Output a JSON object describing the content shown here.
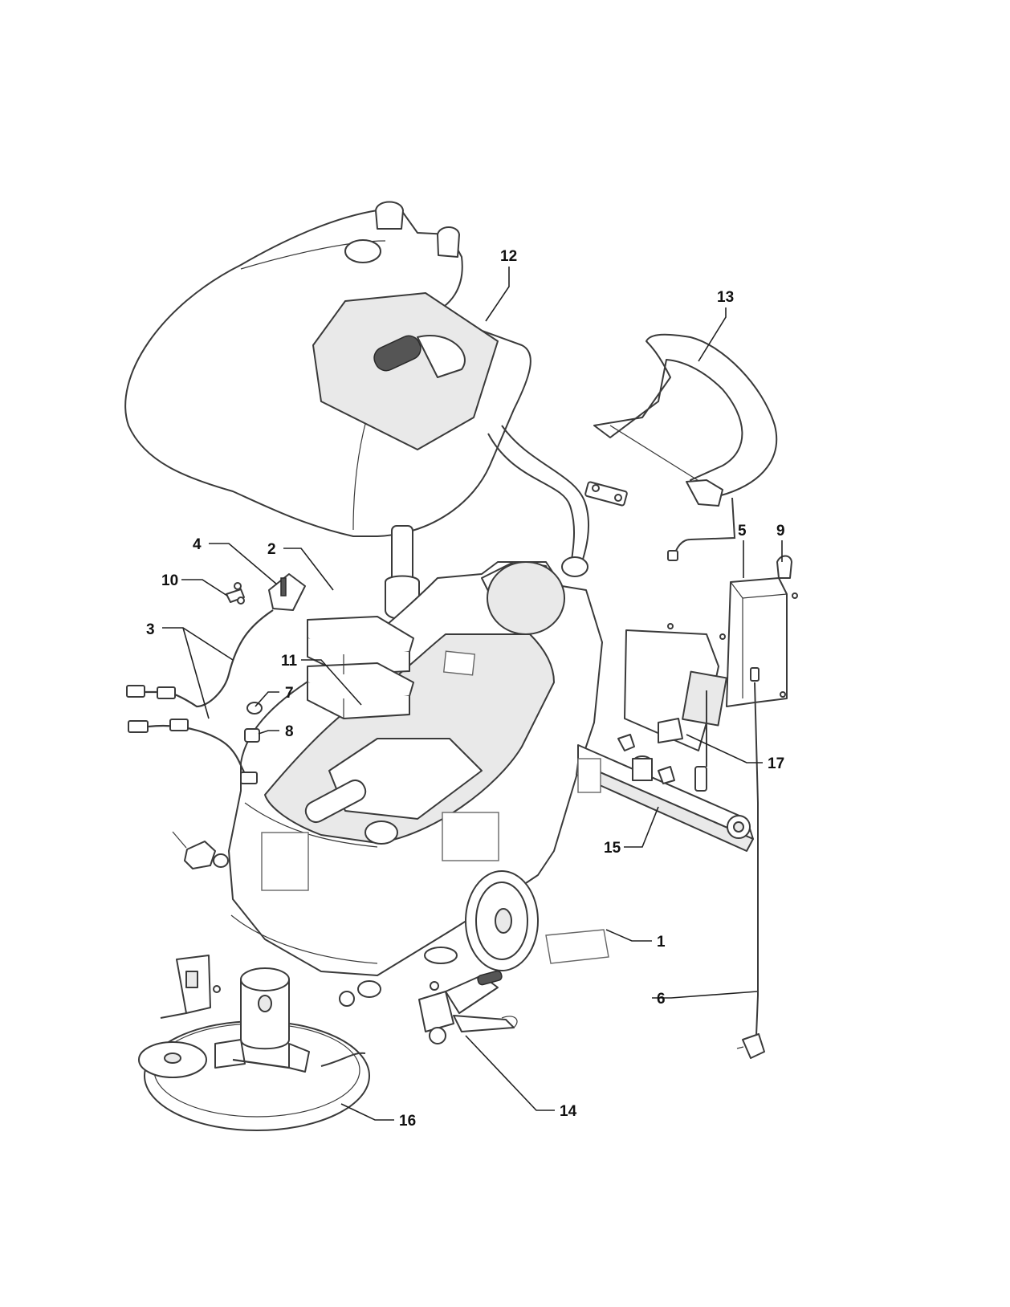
{
  "callouts": {
    "c1": "1",
    "c2": "2",
    "c3": "3",
    "c4": "4",
    "c5": "5",
    "c6": "6",
    "c7": "7",
    "c8": "8",
    "c9": "9",
    "c10": "10",
    "c11": "11",
    "c12": "12",
    "c13": "13",
    "c14": "14",
    "c15": "15",
    "c16": "16",
    "c17": "17"
  },
  "colors": {
    "line": "#3a3a3a",
    "shade": "#e9e9e9",
    "background": "#ffffff"
  }
}
